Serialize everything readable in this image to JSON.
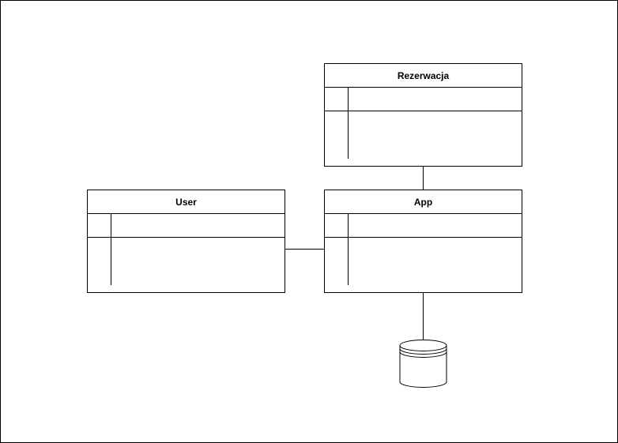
{
  "diagram": {
    "tables": [
      {
        "id": "rezerwacja",
        "title": "Rezerwacja"
      },
      {
        "id": "user",
        "title": "User"
      },
      {
        "id": "app",
        "title": "App"
      }
    ],
    "connections": [
      {
        "from": "rezerwacja",
        "to": "app"
      },
      {
        "from": "user",
        "to": "app"
      },
      {
        "from": "app",
        "to": "database"
      }
    ],
    "database": {
      "icon": "database-cylinder-icon"
    }
  }
}
